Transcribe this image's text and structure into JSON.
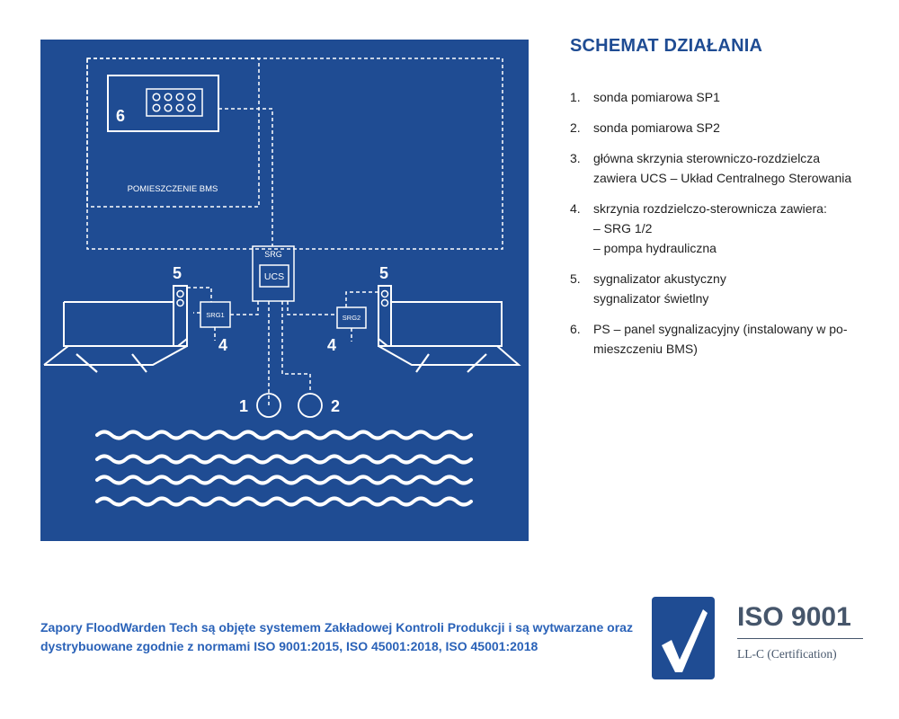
{
  "diagram": {
    "panel_label": "6",
    "room_label": "POMIESZCZENIE BMS",
    "srg_label": "SRG",
    "ucs_label": "UCS",
    "srg1_label": "SRG1",
    "srg2_label": "SRG2",
    "marker_5_left": "5",
    "marker_5_right": "5",
    "marker_4_left": "4",
    "marker_4_right": "4",
    "marker_1": "1",
    "marker_2": "2",
    "colors": {
      "background": "#1f4c93",
      "lines": "#ffffff"
    }
  },
  "legend": {
    "title": "SCHEMAT DZIAŁANIA",
    "items": [
      {
        "num": "1.",
        "text": "sonda pomiarowa SP1"
      },
      {
        "num": "2.",
        "text": "sonda pomiarowa SP2"
      },
      {
        "num": "3.",
        "text": "główna skrzynia sterowniczo-rozdzielcza\nzawiera UCS – Układ Centralnego Sterowania"
      },
      {
        "num": "4.",
        "text": "skrzynia rozdzielczo-sterownicza zawiera:\n– SRG 1/2\n– pompa hydrauliczna"
      },
      {
        "num": "5.",
        "text": "sygnalizator akustyczny\nsygnalizator świetlny"
      },
      {
        "num": "6.",
        "text": "PS – panel sygnalizacyjny (instalowany w po-\nmieszczeniu BMS)"
      }
    ]
  },
  "footer": {
    "text": "Zapory FloodWarden Tech są objęte systemem Zakładowej Kontroli Produkcji i są wytwarzane oraz dystrybuowane zgodnie z normami ISO 9001:2015, ISO 45001:2018, ISO 45001:2018"
  },
  "badge": {
    "title": "ISO 9001",
    "subtitle": "LL-C (Certification)",
    "icon": "checkmark-icon",
    "color": "#1f4c93",
    "text_color": "#46566b"
  }
}
